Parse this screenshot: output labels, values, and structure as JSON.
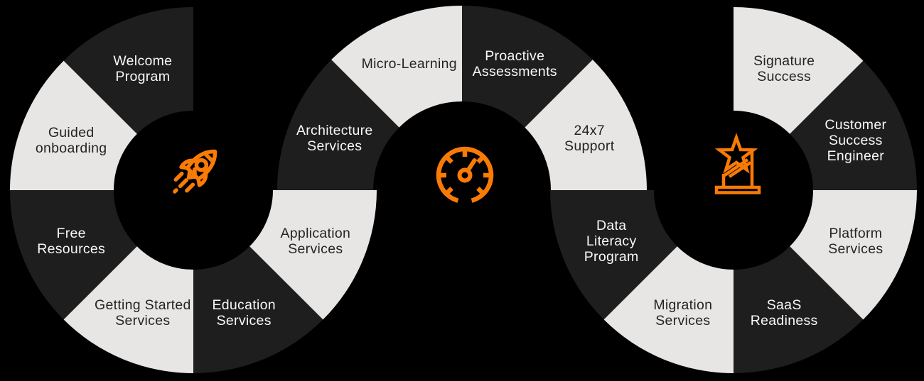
{
  "colors": {
    "background": "#000000",
    "segment_dark": "#1E1E1E",
    "segment_light": "#E7E6E4",
    "accent": "#F97B05",
    "text_on_dark": "#F8F8F8",
    "text_on_light": "#242424"
  },
  "diagram": {
    "rings": [
      {
        "id": "left",
        "icon": "rocket-icon",
        "segments": [
          {
            "label": "Welcome Program",
            "lines": [
              "Welcome",
              "Program"
            ],
            "shade": "dark"
          },
          {
            "label": "Guided onboarding",
            "lines": [
              "Guided",
              "onboarding"
            ],
            "shade": "light"
          },
          {
            "label": "Free Resources",
            "lines": [
              "Free",
              "Resources"
            ],
            "shade": "dark"
          },
          {
            "label": "Getting Started Services",
            "lines": [
              "Getting Started",
              "Services"
            ],
            "shade": "light"
          },
          {
            "label": "Education Services",
            "lines": [
              "Education",
              "Services"
            ],
            "shade": "dark"
          },
          {
            "label": "Application Services",
            "lines": [
              "Application",
              "Services"
            ],
            "shade": "light"
          }
        ]
      },
      {
        "id": "middle",
        "icon": "speedometer-icon",
        "segments": [
          {
            "label": "Architecture Services",
            "lines": [
              "Architecture",
              "Services"
            ],
            "shade": "dark"
          },
          {
            "label": "Micro-Learning",
            "lines": [
              "Micro-Learning"
            ],
            "shade": "light"
          },
          {
            "label": "Proactive Assessments",
            "lines": [
              "Proactive",
              "Assessments"
            ],
            "shade": "dark"
          },
          {
            "label": "24x7 Support",
            "lines": [
              "24x7",
              "Support"
            ],
            "shade": "light"
          }
        ]
      },
      {
        "id": "right",
        "icon": "trophy-icon",
        "segments": [
          {
            "label": "Data Literacy Program",
            "lines": [
              "Data",
              "Literacy",
              "Program"
            ],
            "shade": "dark"
          },
          {
            "label": "Migration Services",
            "lines": [
              "Migration",
              "Services"
            ],
            "shade": "light"
          },
          {
            "label": "SaaS Readiness",
            "lines": [
              "SaaS",
              "Readiness"
            ],
            "shade": "dark"
          },
          {
            "label": "Platform Services",
            "lines": [
              "Platform",
              "Services"
            ],
            "shade": "light"
          },
          {
            "label": "Customer Success Engineer",
            "lines": [
              "Customer",
              "Success",
              "Engineer"
            ],
            "shade": "dark"
          },
          {
            "label": "Signature Success",
            "lines": [
              "Signature",
              "Success"
            ],
            "shade": "light"
          }
        ]
      }
    ]
  }
}
